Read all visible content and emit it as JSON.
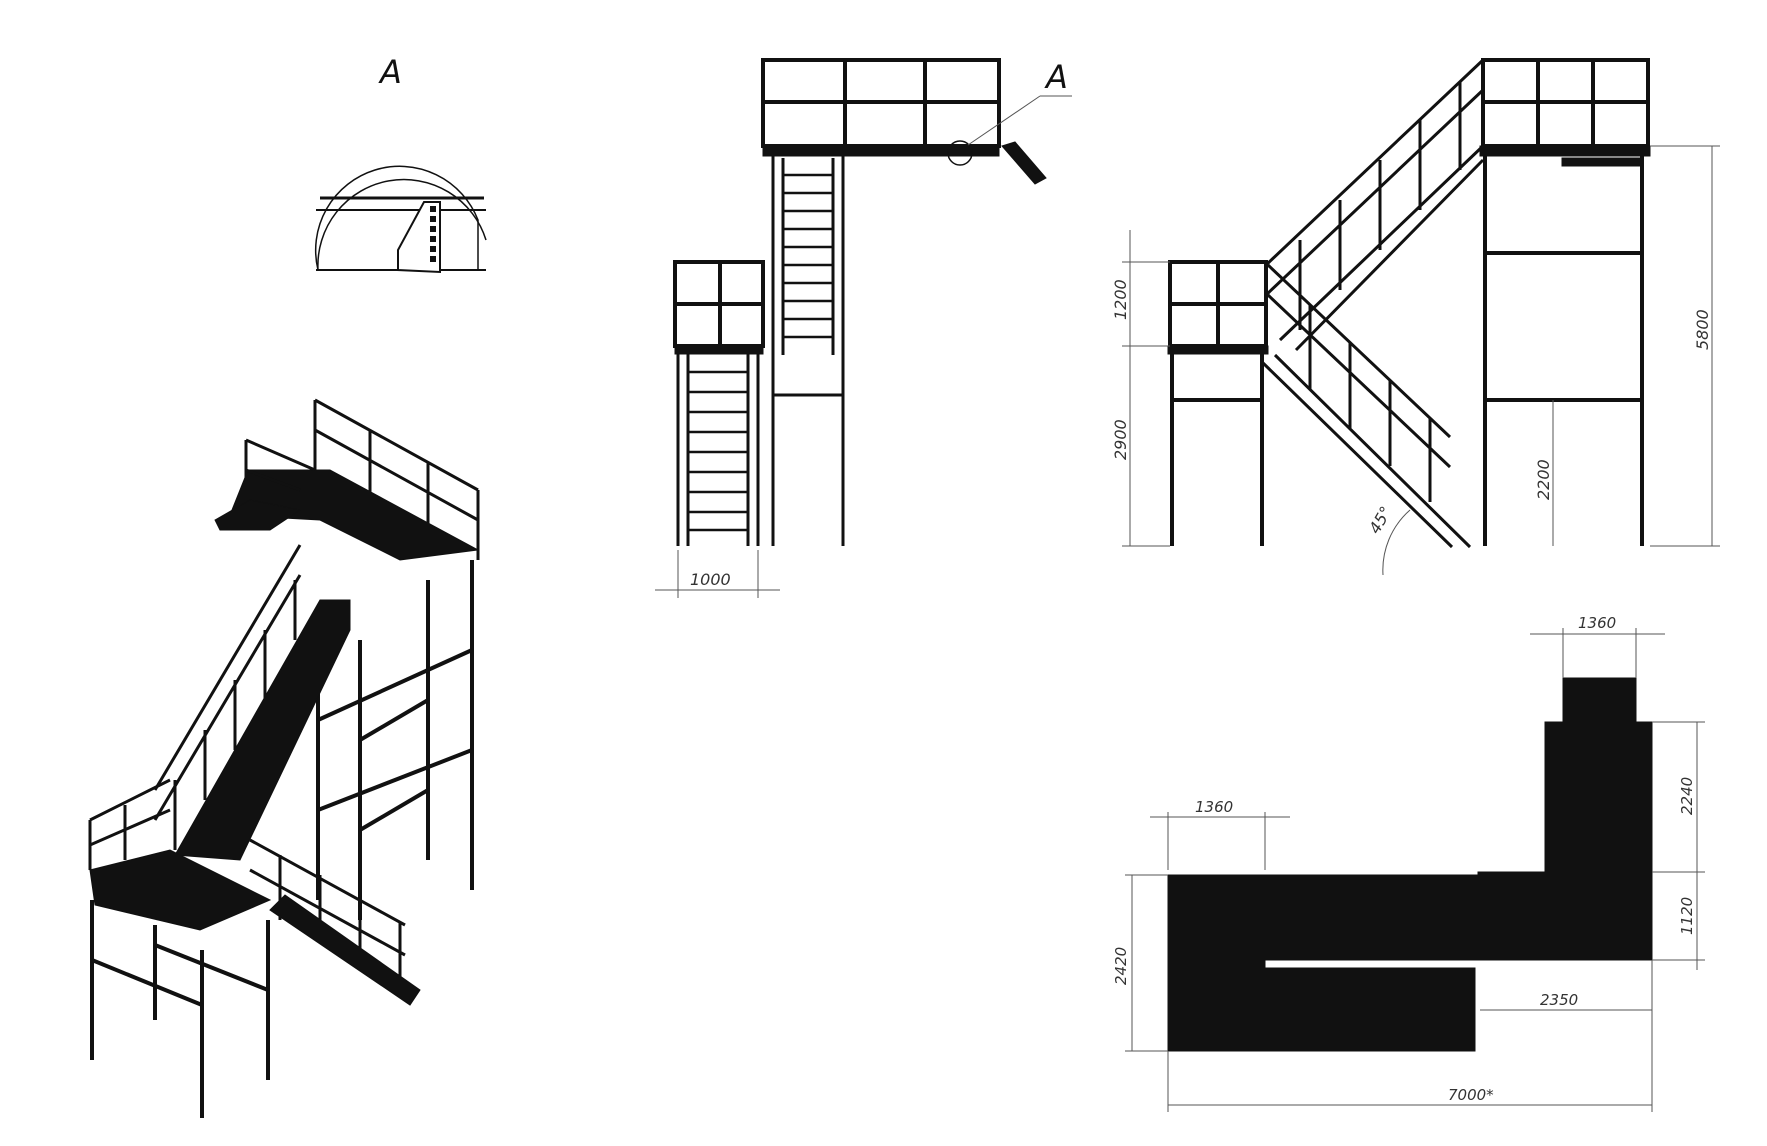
{
  "detail_callout": {
    "label": "A",
    "view_label": "A"
  },
  "front_view": {
    "width_dim": "1000"
  },
  "side_view": {
    "dim_railing": "1200",
    "dim_lower_support": "2900",
    "dim_total_height": "5800",
    "dim_upper_clearance": "2200",
    "angle": "45°"
  },
  "plan_view": {
    "dim_top_width": "1360",
    "dim_left_width": "1360",
    "dim_upper_length": "2240",
    "dim_middle": "1120",
    "dim_left_height": "2420",
    "dim_stair_run": "2350",
    "dim_total_length": "7000*"
  },
  "colors": {
    "line": "#111111",
    "dimension": "#555555"
  }
}
